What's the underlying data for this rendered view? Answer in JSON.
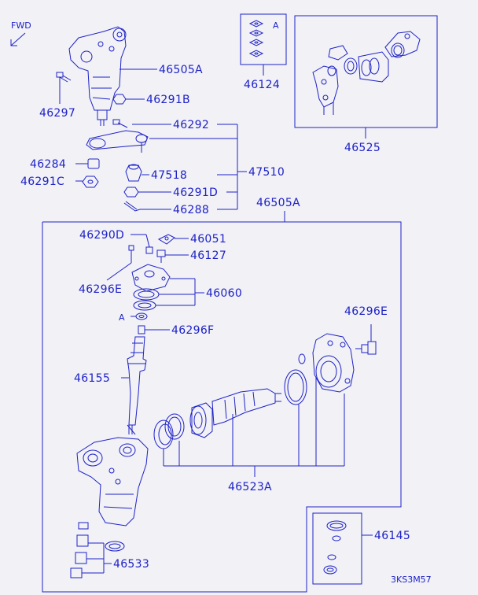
{
  "diagram": {
    "fwd_label": "FWD",
    "ref_code": "3KS3M57",
    "callout_a_upper": "A",
    "callout_a_lower": "A",
    "labels": {
      "p46505A_top": "46505A",
      "p46297": "46297",
      "p46291B": "46291B",
      "p46292": "46292",
      "p46284": "46284",
      "p46291C": "46291C",
      "p47518": "47518",
      "p47510": "47510",
      "p46291D": "46291D",
      "p46288": "46288",
      "p46124": "46124",
      "p46525": "46525",
      "p46505A_box": "46505A",
      "p46290D": "46290D",
      "p46051": "46051",
      "p46127": "46127",
      "p46296E_left": "46296E",
      "p46060": "46060",
      "p46296F": "46296F",
      "p46296E_right": "46296E",
      "p46155": "46155",
      "p46523A": "46523A",
      "p46145": "46145",
      "p46533": "46533"
    }
  },
  "colors": {
    "line": "#1e22c8",
    "background": "#f1f1f6"
  }
}
